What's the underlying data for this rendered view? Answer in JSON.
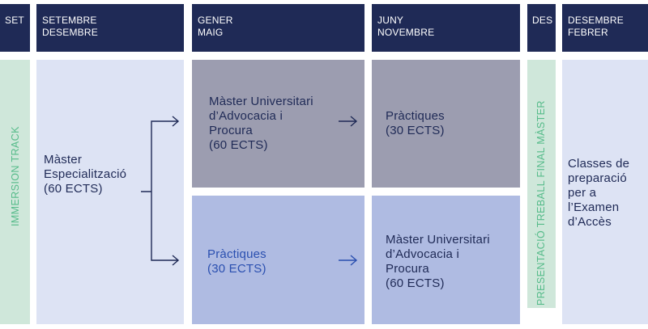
{
  "header": {
    "col1": [
      "SET"
    ],
    "col2": [
      "SETEMBRE",
      "DESEMBRE"
    ],
    "col3": [
      "GENER",
      "MAIG"
    ],
    "col4": [
      "JUNY",
      "NOVEMBRE"
    ],
    "col5": [
      "DES"
    ],
    "col6": [
      "DESEMBRE",
      "FEBRER"
    ]
  },
  "track_label": "IMMERSION TRACK",
  "side_label": "PRESENTACIÓ TREBALL FINAL MÀSTER",
  "boxes": {
    "specialization": [
      "Màster",
      "Especialització",
      "(60 ECTS)"
    ],
    "top_master": [
      "Màster Universitari",
      "d’Advocacia i",
      "Procura",
      "(60 ECTS)"
    ],
    "top_practice": [
      "Pràctiques",
      "(30 ECTS)"
    ],
    "bottom_practice": [
      "Pràctiques",
      "(30 ECTS)"
    ],
    "bottom_master": [
      "Màster Universitari",
      "d’Advocacia i",
      "Procura",
      "(60 ECTS)"
    ],
    "prep": [
      "Classes de",
      "preparació",
      "per a",
      "l’Examen",
      "d’Accès"
    ]
  },
  "colors": {
    "header_bg": "#1f2a56",
    "light_blue": "#dde3f4",
    "mid_blue": "#afbbe2",
    "gray": "#9c9db0",
    "green_panel": "#cfe7da",
    "green_text": "#56bb8a",
    "link_blue": "#2a4fb0"
  }
}
